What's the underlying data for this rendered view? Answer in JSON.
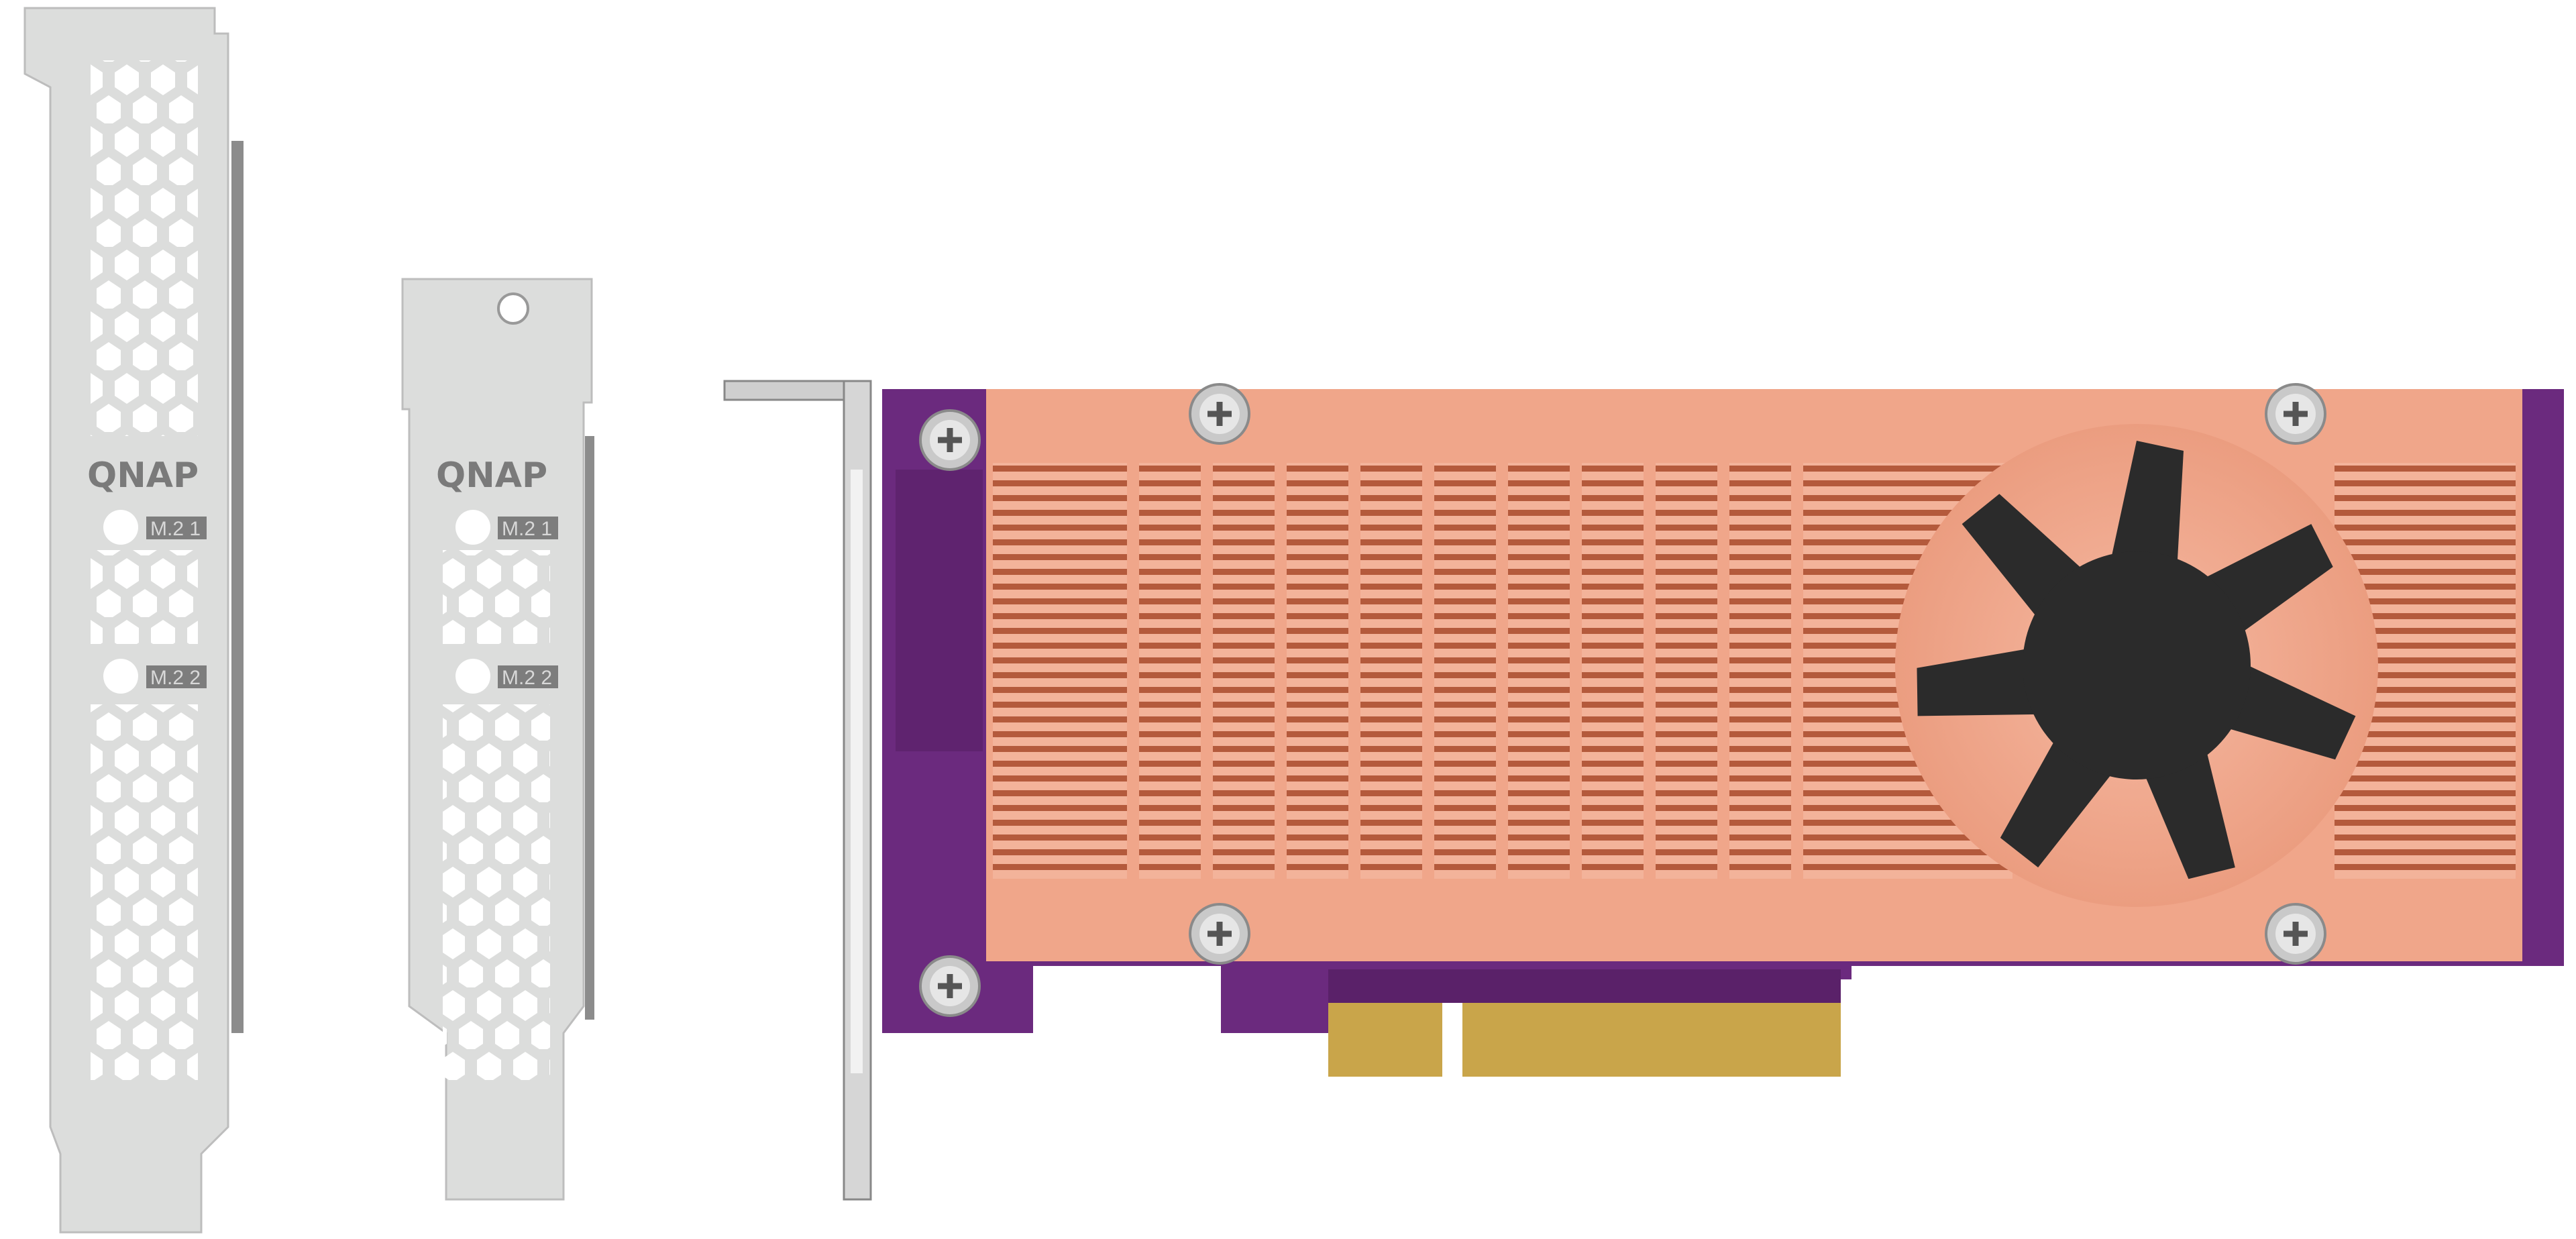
{
  "brand": "QNAP",
  "slot_labels": [
    "M.2 1",
    "M.2 2"
  ],
  "colors": {
    "bracket": "#dcdddc",
    "pcb": "#6b2a7e",
    "heatsink": "#f0a68a",
    "fan": "#2a2a2a",
    "gold_fingers": "#c9a54a"
  },
  "icons": [
    "screw-icon",
    "fan-icon"
  ]
}
